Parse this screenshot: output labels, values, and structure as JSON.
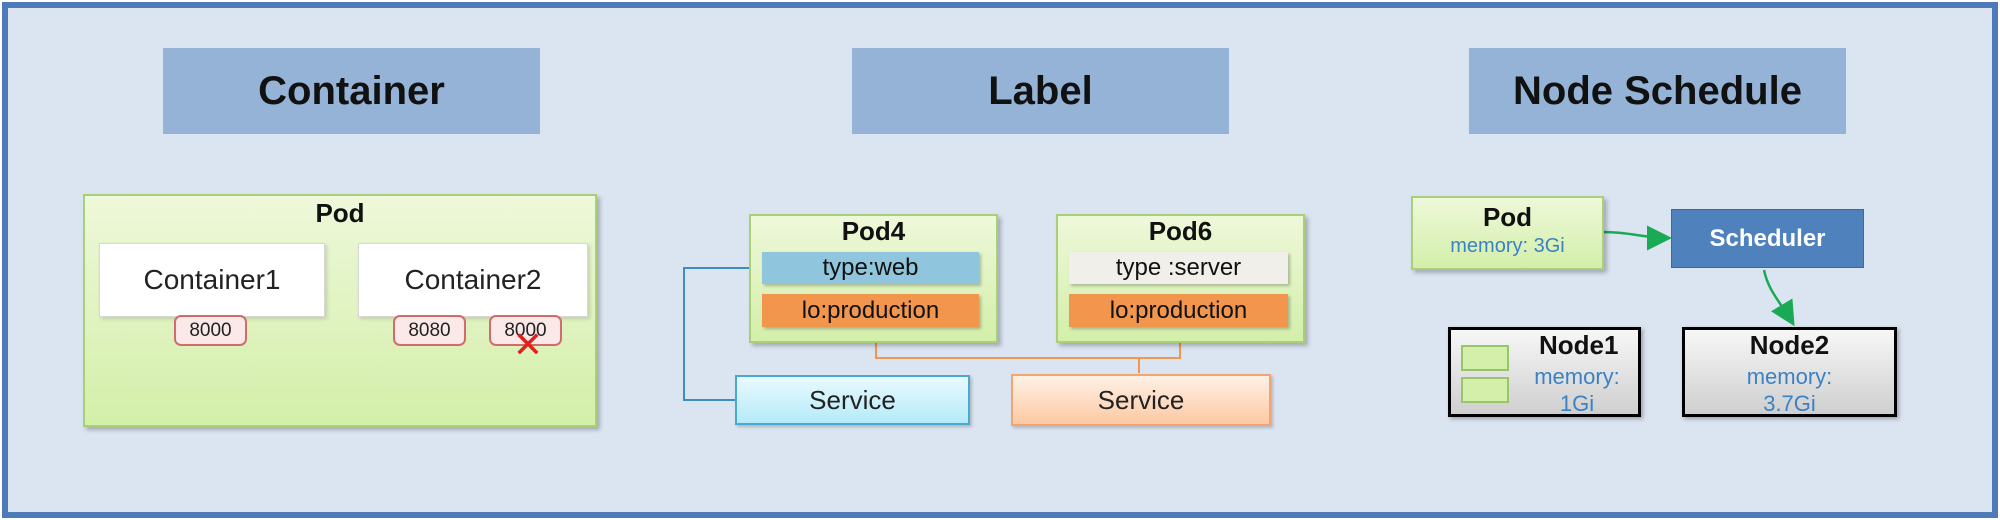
{
  "sections": {
    "container": "Container",
    "label": "Label",
    "node_schedule": "Node Schedule"
  },
  "container_panel": {
    "pod_title": "Pod",
    "container1": "Container1",
    "container2": "Container2",
    "port1": "8000",
    "port2": "8080",
    "port3": "8000",
    "blocked_mark": "✕"
  },
  "label_panel": {
    "pod4": {
      "title": "Pod4",
      "type_tag": "type:web",
      "lo_tag": "lo:production"
    },
    "pod6": {
      "title": "Pod6",
      "type_tag": "type :server",
      "lo_tag": "lo:production"
    },
    "service_left": "Service",
    "service_right": "Service"
  },
  "schedule_panel": {
    "pod_title": "Pod",
    "pod_memory": "memory: 3Gi",
    "scheduler": "Scheduler",
    "node1": {
      "title": "Node1",
      "memory_line1": "memory:",
      "memory_line2": "1Gi"
    },
    "node2": {
      "title": "Node2",
      "memory_line1": "memory:",
      "memory_line2": "3.7Gi"
    }
  },
  "colors": {
    "frame_border": "#4e7ab8",
    "background": "#dbe4f1",
    "heading_fill": "#95b3d7",
    "pod_fill": "#d3efa9",
    "type_web_fill": "#8fc6dd",
    "lo_fill": "#f2954d",
    "scheduler_fill": "#4f81bd",
    "arrow_green": "#1aaa55",
    "blocked_red": "#e0201a",
    "memory_text": "#3b82c4"
  }
}
